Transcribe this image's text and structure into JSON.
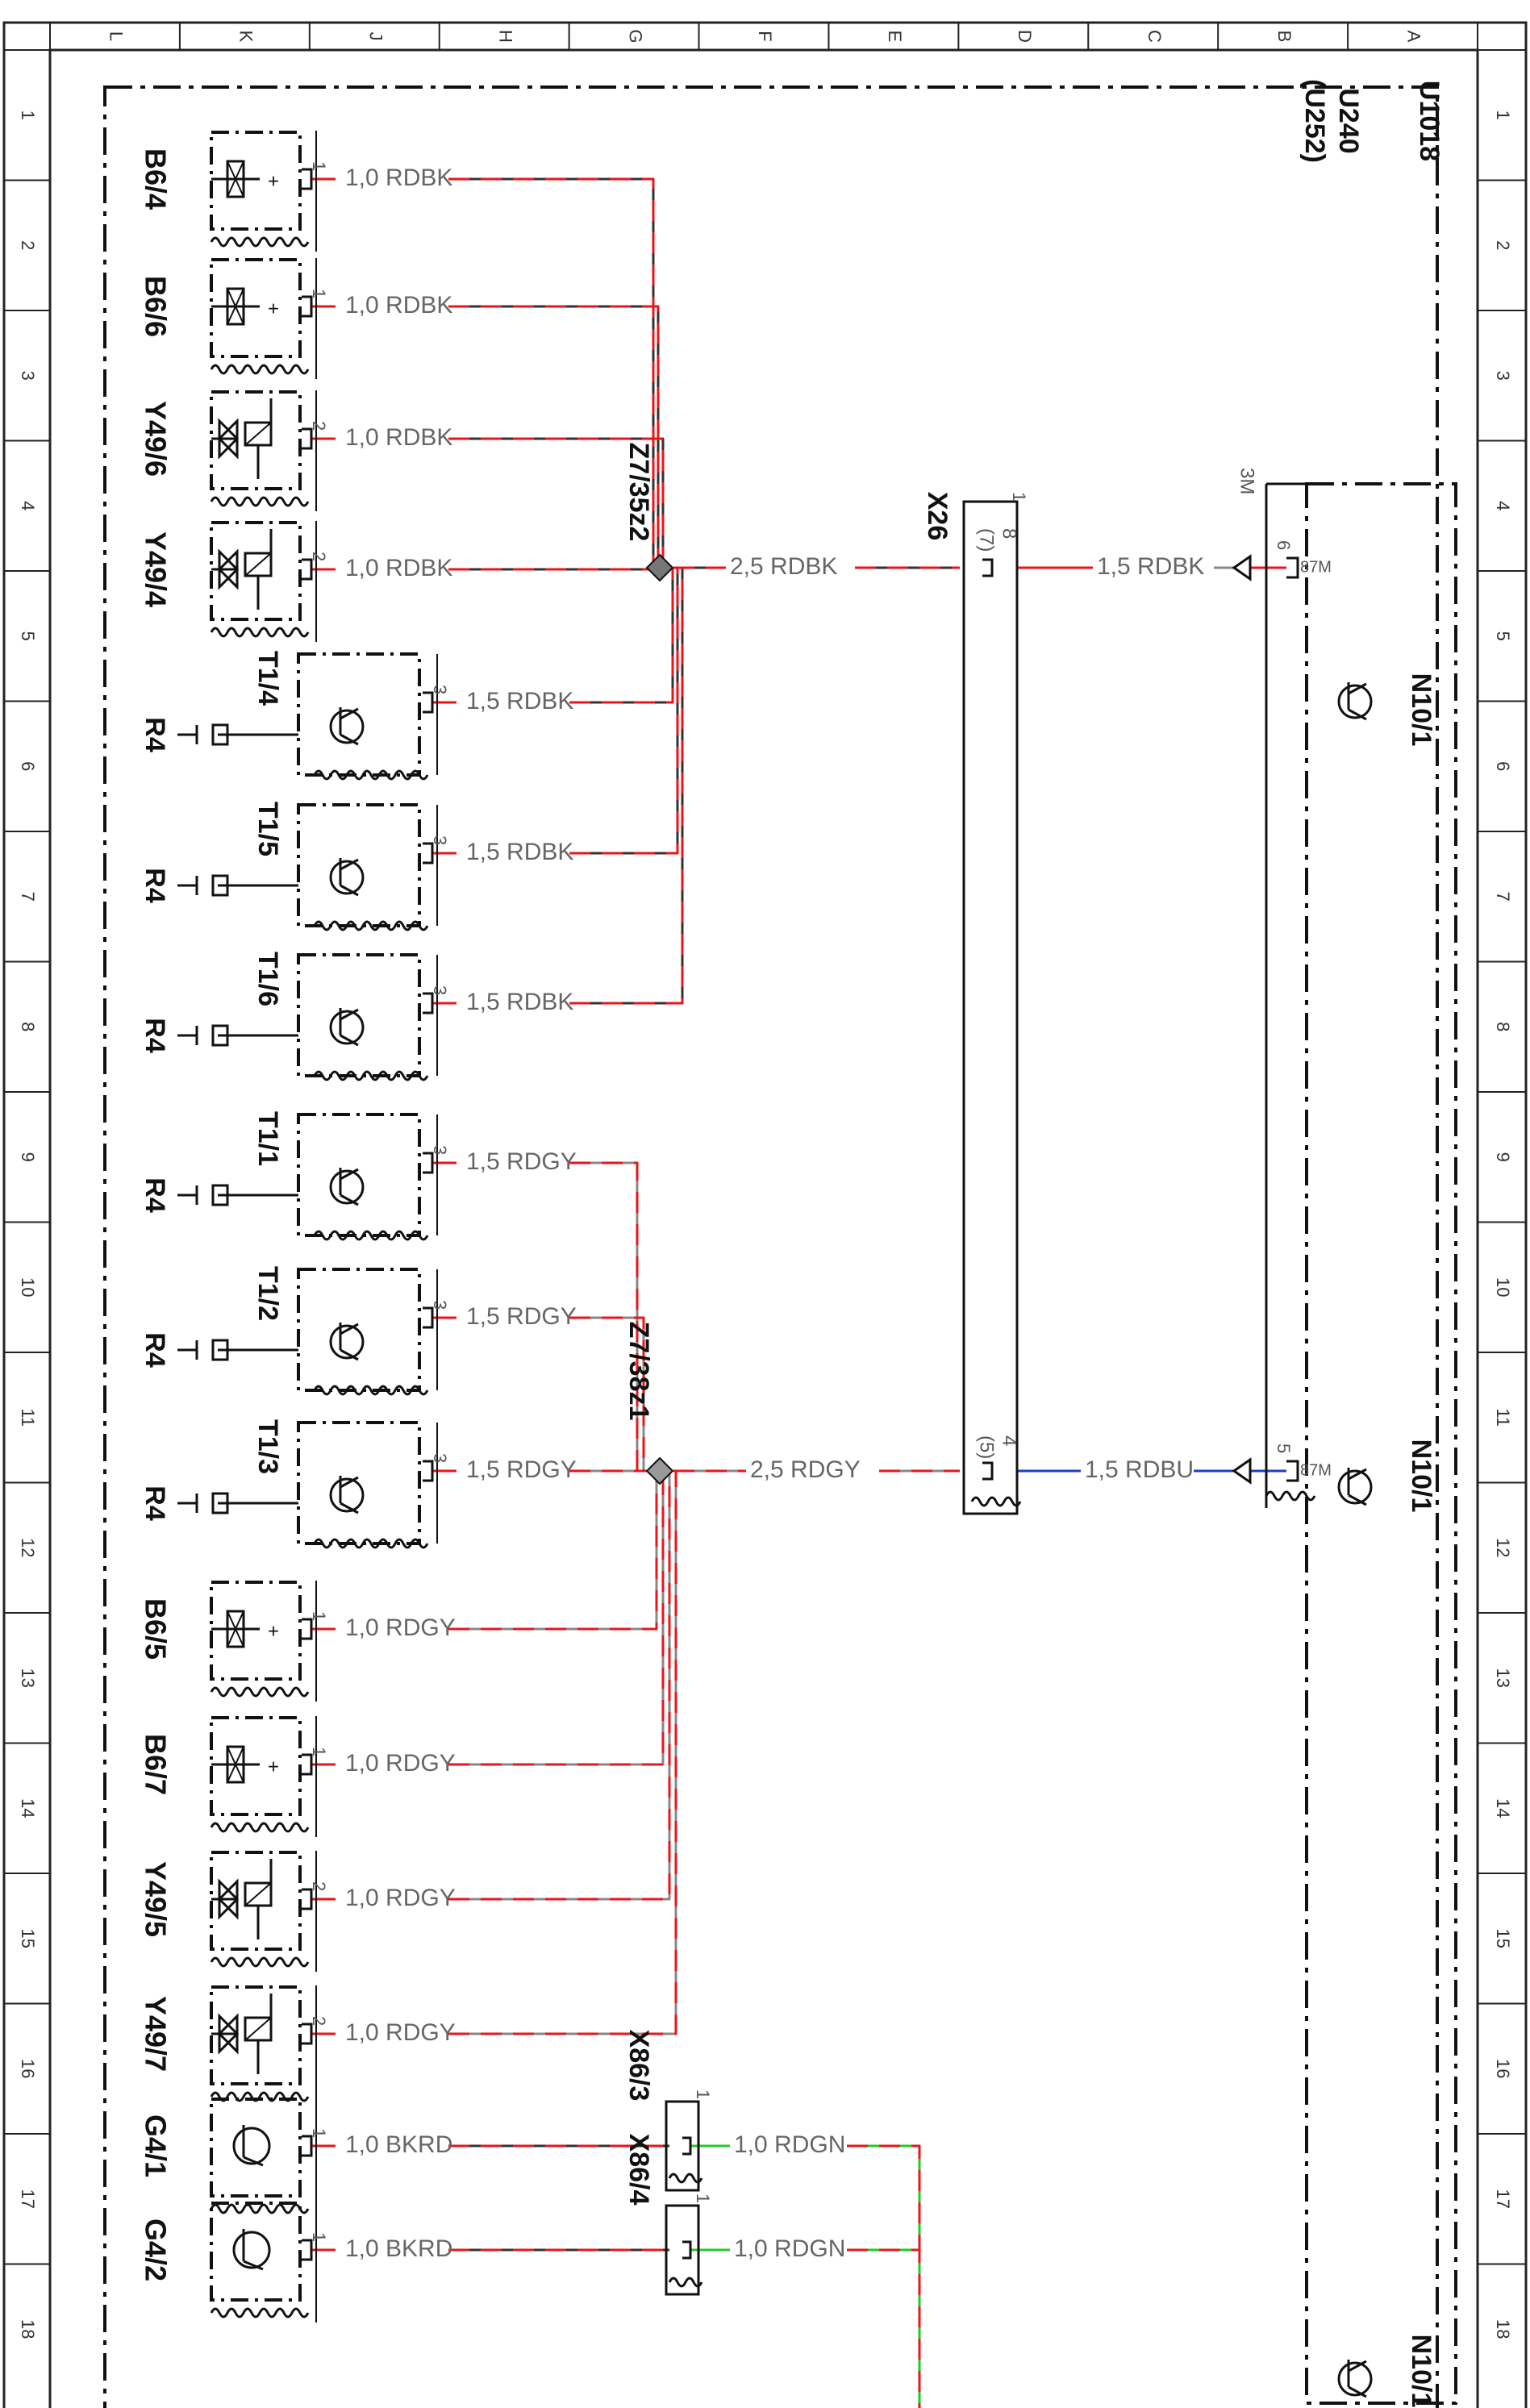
{
  "border": {
    "columns": [
      "L",
      "K",
      "J",
      "H",
      "G",
      "F",
      "E",
      "D",
      "C",
      "B",
      "A"
    ],
    "rows": [
      "1",
      "2",
      "3",
      "4",
      "5",
      "6",
      "7",
      "8",
      "9",
      "10",
      "11",
      "12",
      "13",
      "14",
      "15",
      "16",
      "17",
      "18"
    ]
  },
  "module_labels": [
    "U1018",
    "U240",
    "(U252)"
  ],
  "components": [
    {
      "id": "B6/4",
      "pin": "1",
      "sign": "+",
      "kind": "sensor",
      "wire": "1,0 RDBK"
    },
    {
      "id": "B6/6",
      "pin": "1",
      "sign": "+",
      "kind": "sensor",
      "wire": "1,0 RDBK"
    },
    {
      "id": "Y49/6",
      "pin": "2",
      "kind": "valve",
      "wire": "1,0 RDBK"
    },
    {
      "id": "Y49/4",
      "pin": "2",
      "kind": "valve",
      "wire": "1,0 RDBK"
    },
    {
      "id": "T1/4",
      "sub": "R4",
      "pin": "3",
      "kind": "lamp",
      "wire": "1,5 RDBK"
    },
    {
      "id": "T1/5",
      "sub": "R4",
      "pin": "3",
      "kind": "lamp",
      "wire": "1,5 RDBK"
    },
    {
      "id": "T1/6",
      "sub": "R4",
      "pin": "3",
      "kind": "lamp",
      "wire": "1,5 RDBK"
    },
    {
      "id": "T1/1",
      "sub": "R4",
      "pin": "3",
      "kind": "lamp",
      "wire": "1,5 RDGY"
    },
    {
      "id": "T1/2",
      "sub": "R4",
      "pin": "3",
      "kind": "lamp",
      "wire": "1,5 RDGY"
    },
    {
      "id": "T1/3",
      "sub": "R4",
      "pin": "3",
      "kind": "lamp",
      "wire": "1,5 RDGY"
    },
    {
      "id": "B6/5",
      "pin": "1",
      "sign": "+",
      "kind": "sensor",
      "wire": "1,0 RDGY"
    },
    {
      "id": "B6/7",
      "pin": "1",
      "sign": "+",
      "kind": "sensor",
      "wire": "1,0 RDGY"
    },
    {
      "id": "Y49/5",
      "pin": "2",
      "kind": "valve",
      "wire": "1,0 RDGY"
    },
    {
      "id": "Y49/7",
      "pin": "2",
      "kind": "valve",
      "wire": "1,0 RDGY"
    },
    {
      "id": "G4/1",
      "pin": "1",
      "kind": "pump",
      "wire": "1,0 BKRD"
    },
    {
      "id": "G4/2",
      "pin": "1",
      "kind": "pump",
      "wire": "1,0 BKRD"
    }
  ],
  "splices": [
    {
      "id": "Z7/35z2",
      "out_wire": "2,5 RDBK"
    },
    {
      "id": "Z7/38z1",
      "out_wire": "2,5 RDGY"
    }
  ],
  "connector_x26": {
    "id": "X26",
    "pin_top": "1",
    "pin_a": "8",
    "pin_a_alt": "(7)",
    "pin_b": "4",
    "pin_b_alt": "(5)"
  },
  "relay": {
    "id": "N10/1",
    "header": "3M",
    "pin_a": "6",
    "pin_b": "5",
    "term": "87M",
    "wire_a": "1,5 RDBK",
    "wire_b": "1,5 RDBU"
  },
  "connectors_x86": [
    {
      "id": "X86/3",
      "pin": "1",
      "wire": "1,0 RDGN"
    },
    {
      "id": "X86/4",
      "pin": "1",
      "wire": "1,0 RDGN"
    }
  ]
}
